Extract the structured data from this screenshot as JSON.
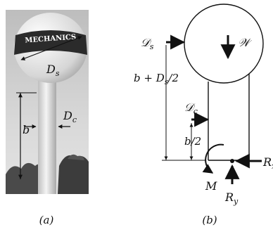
{
  "photo": {
    "ball_text": "MECHANICS",
    "diameter_label": "D",
    "diameter_sub": "s",
    "stem_diameter_label": "D",
    "stem_diameter_sub": "c",
    "height_label": "b"
  },
  "fbd": {
    "drag_sphere_label": "𝒟",
    "drag_sphere_sub": "s",
    "drag_stem_label": "𝒟",
    "drag_stem_sub": "c",
    "weight_label": "𝒲",
    "height_expr_pre": "b + D",
    "height_expr_sub": "s",
    "height_expr_post": "/2",
    "half_height_label": "b/2",
    "moment_label": "M",
    "rx_label": "R",
    "rx_sub": "x",
    "ry_label": "R",
    "ry_sub": "y"
  },
  "captions": {
    "a": "(a)",
    "b": "(b)"
  },
  "colors": {
    "sky": "#cfcfcf",
    "ball_band": "#2b2b2b",
    "ink": "#111111"
  }
}
